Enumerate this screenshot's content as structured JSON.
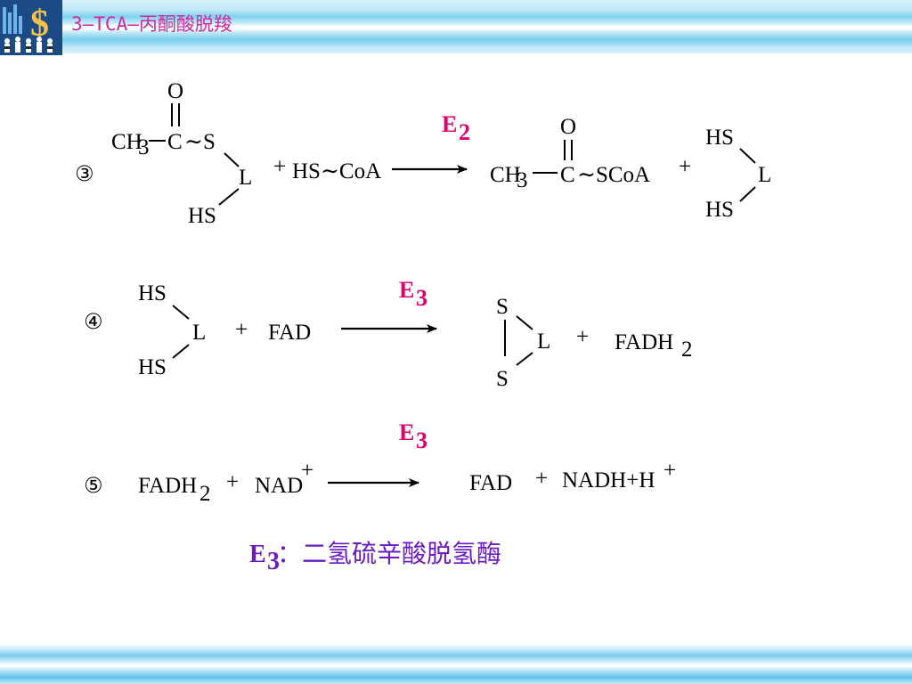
{
  "header": {
    "title": "3—TCA—丙酮酸脱羧"
  },
  "reaction3": {
    "number": "③",
    "enzyme": "E",
    "enzyme_sub": "2",
    "r1": {
      "o": "O",
      "ch": "CH",
      "sub3": "3",
      "c": "C",
      "tilde_s": "∼S",
      "l": "L",
      "hs": "HS"
    },
    "plus1": "+",
    "coa": "HS∼CoA",
    "p1": {
      "o": "O",
      "ch": "CH",
      "sub3": "3",
      "c": "C",
      "tail": "∼SCoA"
    },
    "plus2": "+",
    "p2": {
      "hs_top": "HS",
      "l": "L",
      "hs_bottom": "HS"
    }
  },
  "reaction4": {
    "number": "④",
    "enzyme": "E",
    "enzyme_sub": "3",
    "r1": {
      "hs_top": "HS",
      "l": "L",
      "hs_bottom": "HS"
    },
    "plus1": "+",
    "fad": "FAD",
    "p1": {
      "s_top": "S",
      "l": "L",
      "s_bottom": "S"
    },
    "plus2": "+",
    "fadh": "FADH",
    "fadh_sub": "2"
  },
  "reaction5": {
    "number": "⑤",
    "enzyme": "E",
    "enzyme_sub": "3",
    "fadh": "FADH",
    "fadh_sub": "2",
    "plus1": "+",
    "nad": "NAD",
    "nad_sup": "+",
    "fad": "FAD",
    "plus2": "+",
    "nadh": "NADH+H",
    "nadh_sup": "+"
  },
  "note": {
    "enzyme": "E",
    "enzyme_sub": "3",
    "text": "：二氢硫辛酸脱氢酶"
  }
}
